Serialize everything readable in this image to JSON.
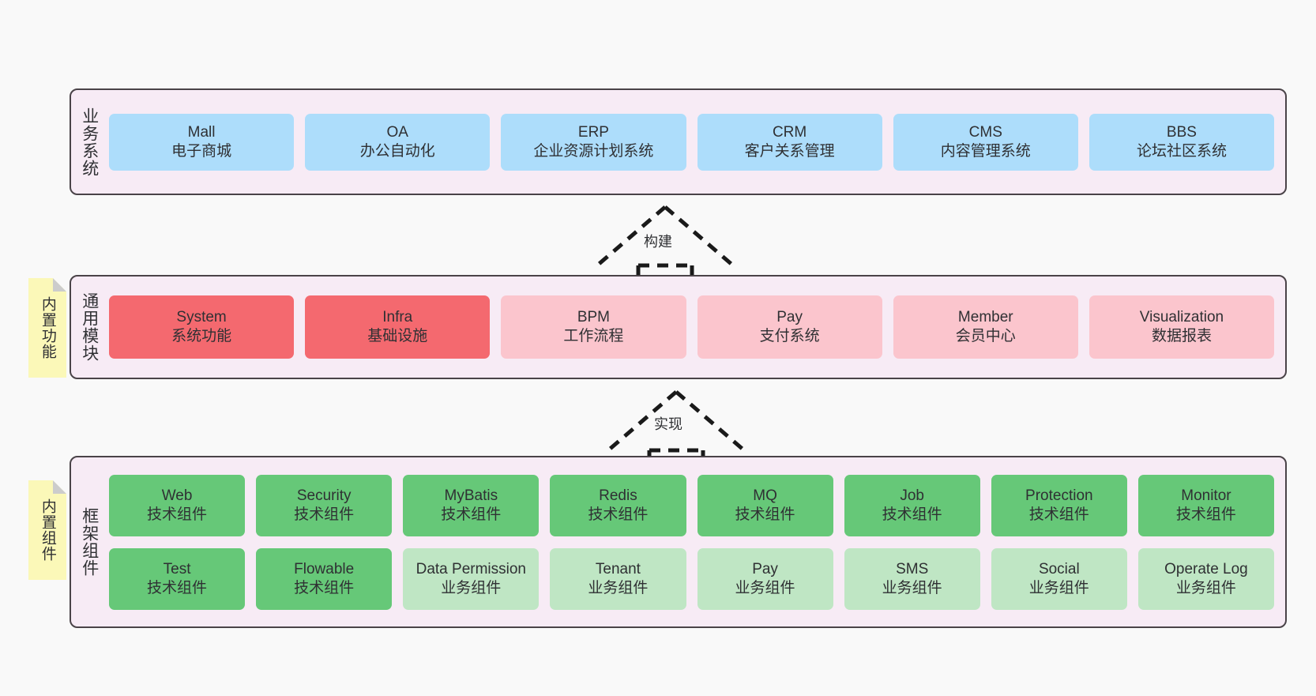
{
  "diagram": {
    "background_color": "#F9F9F9",
    "panel_color": "#F7EBF5",
    "panel_border_color": "#4A4348",
    "sticky_color": "#FBF8B8",
    "layers": [
      {
        "id": "business",
        "title": "业务系统",
        "node_color": "#ADDDFB",
        "nodes": [
          {
            "en": "Mall",
            "cn": "电子商城"
          },
          {
            "en": "OA",
            "cn": "办公自动化"
          },
          {
            "en": "ERP",
            "cn": "企业资源计划系统"
          },
          {
            "en": "CRM",
            "cn": "客户关系管理"
          },
          {
            "en": "CMS",
            "cn": "内容管理系统"
          },
          {
            "en": "BBS",
            "cn": "论坛社区系统"
          }
        ]
      },
      {
        "id": "modules",
        "title": "通用模块",
        "sticky": "内置功能",
        "nodes": [
          {
            "en": "System",
            "cn": "系统功能",
            "color": "#F4696F"
          },
          {
            "en": "Infra",
            "cn": "基础设施",
            "color": "#F4696F"
          },
          {
            "en": "BPM",
            "cn": "工作流程",
            "color": "#FBC5CD"
          },
          {
            "en": "Pay",
            "cn": "支付系统",
            "color": "#FBC5CD"
          },
          {
            "en": "Member",
            "cn": "会员中心",
            "color": "#FBC5CD"
          },
          {
            "en": "Visualization",
            "cn": "数据报表",
            "color": "#FBC5CD"
          }
        ]
      },
      {
        "id": "framework",
        "title": "框架组件",
        "sticky": "内置组件",
        "rows": [
          [
            {
              "en": "Web",
              "cn": "技术组件",
              "color": "#66C878"
            },
            {
              "en": "Security",
              "cn": "技术组件",
              "color": "#66C878"
            },
            {
              "en": "MyBatis",
              "cn": "技术组件",
              "color": "#66C878"
            },
            {
              "en": "Redis",
              "cn": "技术组件",
              "color": "#66C878"
            },
            {
              "en": "MQ",
              "cn": "技术组件",
              "color": "#66C878"
            },
            {
              "en": "Job",
              "cn": "技术组件",
              "color": "#66C878"
            },
            {
              "en": "Protection",
              "cn": "技术组件",
              "color": "#66C878"
            },
            {
              "en": "Monitor",
              "cn": "技术组件",
              "color": "#66C878"
            }
          ],
          [
            {
              "en": "Test",
              "cn": "技术组件",
              "color": "#66C878"
            },
            {
              "en": "Flowable",
              "cn": "技术组件",
              "color": "#66C878"
            },
            {
              "en": "Data Permission",
              "cn": "业务组件",
              "color": "#BFE6C4",
              "wrap": true
            },
            {
              "en": "Tenant",
              "cn": "业务组件",
              "color": "#BFE6C4"
            },
            {
              "en": "Pay",
              "cn": "业务组件",
              "color": "#BFE6C4"
            },
            {
              "en": "SMS",
              "cn": "业务组件",
              "color": "#BFE6C4"
            },
            {
              "en": "Social",
              "cn": "业务组件",
              "color": "#BFE6C4"
            },
            {
              "en": "Operate Log",
              "cn": "业务组件",
              "color": "#BFE6C4"
            }
          ]
        ]
      }
    ],
    "connectors": [
      {
        "id": "build",
        "label": "构建",
        "style": "dashed-up-arrow"
      },
      {
        "id": "impl",
        "label": "实现",
        "style": "dashed-up-arrow"
      }
    ]
  }
}
